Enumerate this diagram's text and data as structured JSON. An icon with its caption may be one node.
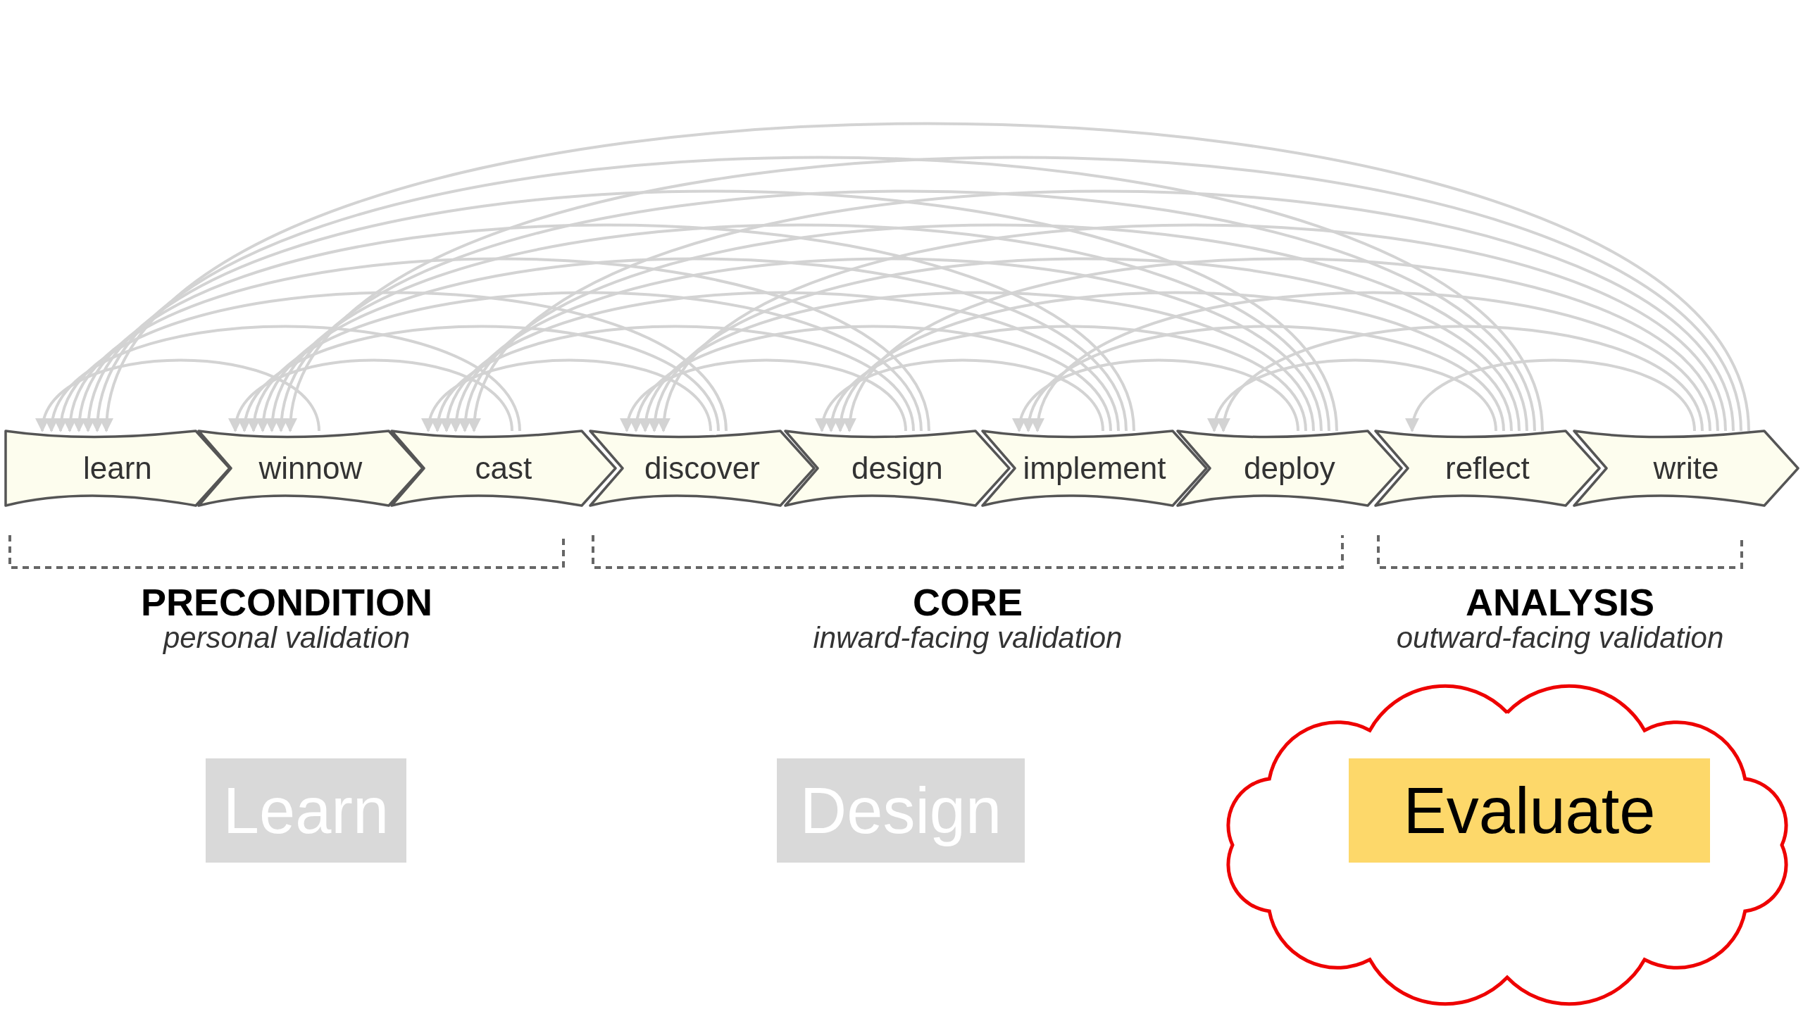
{
  "diagram": {
    "nodes": [
      {
        "text": [
          "learn"
        ]
      },
      {
        "text": [
          "winnow"
        ]
      },
      {
        "text": [
          "cast"
        ]
      },
      {
        "text": [
          "discover"
        ]
      },
      {
        "text": [
          "design"
        ]
      },
      {
        "text": [
          "implement"
        ]
      },
      {
        "text": [
          "deploy"
        ]
      },
      {
        "text": [
          "reflect"
        ]
      },
      {
        "text": [
          "write"
        ]
      },
      {
        "text": [
          "PRECONDITION",
          "personal validation"
        ]
      },
      {
        "text": [
          "CORE",
          "inward-facing validation"
        ]
      },
      {
        "text": [
          "ANALYSIS",
          "outward-facing validation"
        ]
      },
      {
        "text": [
          "Learn"
        ]
      },
      {
        "text": [
          "Design"
        ]
      },
      {
        "text": [],
        "shape": "cloud"
      },
      {
        "text": [
          "Evaluate"
        ],
        "in": 14
      }
    ],
    "edges": [
      {
        "from": 1,
        "to": 0,
        "arrow": "to"
      },
      {
        "from": 2,
        "to": 0,
        "arrow": "to"
      },
      {
        "from": 3,
        "to": 0,
        "arrow": "to"
      },
      {
        "from": 4,
        "to": 0,
        "arrow": "to"
      },
      {
        "from": 5,
        "to": 0,
        "arrow": "to"
      },
      {
        "from": 6,
        "to": 0,
        "arrow": "to"
      },
      {
        "from": 7,
        "to": 0,
        "arrow": "to"
      },
      {
        "from": 8,
        "to": 0,
        "arrow": "to"
      },
      {
        "from": 2,
        "to": 1,
        "arrow": "to"
      },
      {
        "from": 3,
        "to": 1,
        "arrow": "to"
      },
      {
        "from": 4,
        "to": 1,
        "arrow": "to"
      },
      {
        "from": 5,
        "to": 1,
        "arrow": "to"
      },
      {
        "from": 6,
        "to": 1,
        "arrow": "to"
      },
      {
        "from": 7,
        "to": 1,
        "arrow": "to"
      },
      {
        "from": 8,
        "to": 1,
        "arrow": "to"
      },
      {
        "from": 3,
        "to": 2,
        "arrow": "to"
      },
      {
        "from": 4,
        "to": 2,
        "arrow": "to"
      },
      {
        "from": 5,
        "to": 2,
        "arrow": "to"
      },
      {
        "from": 6,
        "to": 2,
        "arrow": "to"
      },
      {
        "from": 7,
        "to": 2,
        "arrow": "to"
      },
      {
        "from": 8,
        "to": 2,
        "arrow": "to"
      },
      {
        "from": 4,
        "to": 3,
        "arrow": "to"
      },
      {
        "from": 5,
        "to": 3,
        "arrow": "to"
      },
      {
        "from": 6,
        "to": 3,
        "arrow": "to"
      },
      {
        "from": 7,
        "to": 3,
        "arrow": "to"
      },
      {
        "from": 8,
        "to": 3,
        "arrow": "to"
      },
      {
        "from": 5,
        "to": 4,
        "arrow": "to"
      },
      {
        "from": 6,
        "to": 4,
        "arrow": "to"
      },
      {
        "from": 7,
        "to": 4,
        "arrow": "to"
      },
      {
        "from": 8,
        "to": 4,
        "arrow": "to"
      },
      {
        "from": 6,
        "to": 5,
        "arrow": "to"
      },
      {
        "from": 7,
        "to": 5,
        "arrow": "to"
      },
      {
        "from": 8,
        "to": 5,
        "arrow": "to"
      },
      {
        "from": 7,
        "to": 6,
        "arrow": "to"
      },
      {
        "from": 8,
        "to": 6,
        "arrow": "to"
      },
      {
        "from": 8,
        "to": 7,
        "arrow": "to"
      }
    ]
  }
}
